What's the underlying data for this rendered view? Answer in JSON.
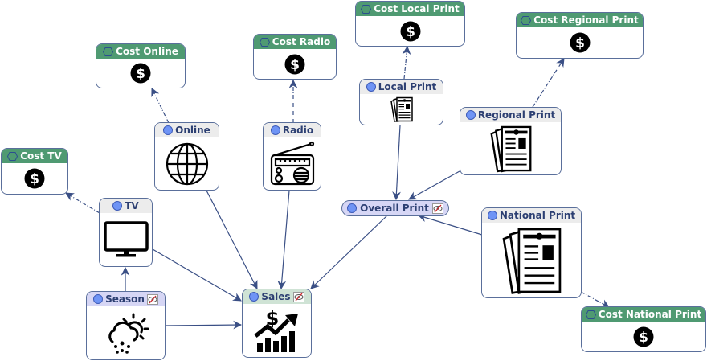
{
  "diagram": {
    "type": "influence-diagram",
    "colors": {
      "node_border": "#5a6f9b",
      "edge": "#3a4f85",
      "cost_header": "#4f9a72",
      "sales_header": "#cfe3d5",
      "hidden_header": "#d6d6f5",
      "chance_dot": "#6f94f5",
      "default_header": "#ececec"
    },
    "nodes": {
      "cost_tv": {
        "label": "Cost TV",
        "kind": "utility",
        "icon": "dollar-icon"
      },
      "cost_online": {
        "label": "Cost Online",
        "kind": "utility",
        "icon": "dollar-icon"
      },
      "cost_radio": {
        "label": "Cost Radio",
        "kind": "utility",
        "icon": "dollar-icon"
      },
      "cost_local_print": {
        "label": "Cost Local Print",
        "kind": "utility",
        "icon": "dollar-icon"
      },
      "cost_regional_print": {
        "label": "Cost Regional Print",
        "kind": "utility",
        "icon": "dollar-icon"
      },
      "cost_national_print": {
        "label": "Cost National Print",
        "kind": "utility",
        "icon": "dollar-icon"
      },
      "tv": {
        "label": "TV",
        "kind": "chance",
        "icon": "television-icon"
      },
      "online": {
        "label": "Online",
        "kind": "chance",
        "icon": "globe-icon"
      },
      "radio": {
        "label": "Radio",
        "kind": "chance",
        "icon": "radio-icon"
      },
      "local_print": {
        "label": "Local Print",
        "kind": "chance",
        "icon": "newspaper-icon"
      },
      "regional_print": {
        "label": "Regional Print",
        "kind": "chance",
        "icon": "newspaper-icon"
      },
      "national_print": {
        "label": "National Print",
        "kind": "chance",
        "icon": "newspaper-icon"
      },
      "overall_print": {
        "label": "Overall Print",
        "kind": "chance",
        "hidden": true
      },
      "season": {
        "label": "Season",
        "kind": "chance",
        "hidden": true,
        "icon": "weather-icon"
      },
      "sales": {
        "label": "Sales",
        "kind": "chance",
        "hidden": true,
        "icon": "sales-growth-icon"
      }
    },
    "edges": [
      {
        "from": "tv",
        "to": "cost_tv",
        "style": "dashdot"
      },
      {
        "from": "online",
        "to": "cost_online",
        "style": "dashdot"
      },
      {
        "from": "radio",
        "to": "cost_radio",
        "style": "dashdot"
      },
      {
        "from": "local_print",
        "to": "cost_local_print",
        "style": "dashdot"
      },
      {
        "from": "regional_print",
        "to": "cost_regional_print",
        "style": "dashdot"
      },
      {
        "from": "national_print",
        "to": "cost_national_print",
        "style": "dashdot"
      },
      {
        "from": "season",
        "to": "tv",
        "style": "solid"
      },
      {
        "from": "season",
        "to": "sales",
        "style": "solid"
      },
      {
        "from": "tv",
        "to": "sales",
        "style": "solid"
      },
      {
        "from": "online",
        "to": "sales",
        "style": "solid"
      },
      {
        "from": "radio",
        "to": "sales",
        "style": "solid"
      },
      {
        "from": "overall_print",
        "to": "sales",
        "style": "solid"
      },
      {
        "from": "local_print",
        "to": "overall_print",
        "style": "solid"
      },
      {
        "from": "regional_print",
        "to": "overall_print",
        "style": "solid"
      },
      {
        "from": "national_print",
        "to": "overall_print",
        "style": "solid"
      }
    ]
  }
}
